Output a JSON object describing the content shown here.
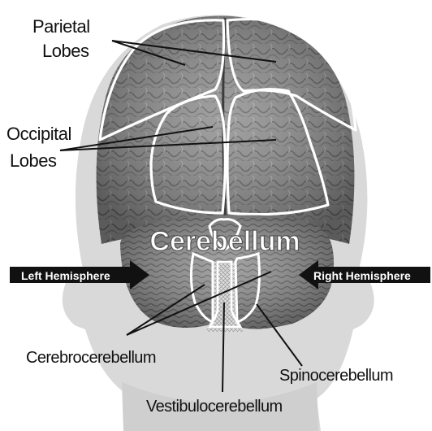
{
  "labels": {
    "parietal_line1": "Parietal",
    "parietal_line2": "Lobes",
    "occipital_line1": "Occipital",
    "occipital_line2": "Lobes",
    "cerebellum": "Cerebellum",
    "left_hemisphere": "Left Hemisphere",
    "right_hemisphere": "Right Hemisphere",
    "cerebrocerebellum": "Cerebrocerebellum",
    "spinocerebellum": "Spinocerebellum",
    "vestibulocerebellum": "Vestibulocerebellum"
  },
  "colors": {
    "head_silhouette": "#d8d8d8",
    "brain_tissue": "#8a8a8a",
    "outline": "#ffffff",
    "arrow_fill": "#111111",
    "text": "#111111"
  }
}
